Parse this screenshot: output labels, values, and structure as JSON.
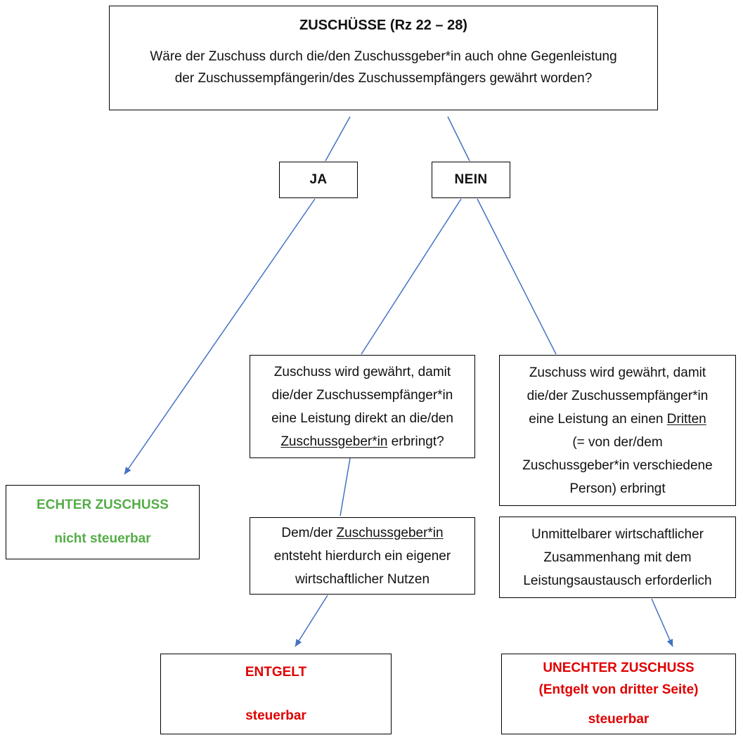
{
  "diagram": {
    "root": {
      "title": "ZUSCHÜSSE (Rz 22 – 28)",
      "question_lines": [
        "Wäre der Zuschuss durch die/den Zuschussgeber*in auch ohne Gegenleistung",
        "der Zuschussempfängerin/des Zuschussempfängers gewährt worden?"
      ]
    },
    "branch_yes": {
      "label": "JA"
    },
    "branch_no": {
      "label": "NEIN"
    },
    "mid_question": {
      "lines": [
        "Zuschuss wird gewährt, damit",
        "die/der Zuschussempfänger*in",
        "eine Leistung direkt an die/den",
        {
          "u": "Zuschussgeber*in",
          "post": " erbringt?"
        }
      ]
    },
    "mid_benefit": {
      "lines": [
        {
          "pre": "Dem/der ",
          "u": "Zuschussgeber*in"
        },
        "entsteht hierdurch ein eigener",
        "wirtschaftlicher Nutzen"
      ]
    },
    "right_question": {
      "lines": [
        "Zuschuss wird gewährt, damit",
        "die/der Zuschussempfänger*in",
        {
          "pre": "eine Leistung an einen ",
          "u": "Dritten"
        },
        "(= von der/dem",
        "Zuschussgeber*in verschiedene",
        "Person) erbringt"
      ]
    },
    "right_condition": {
      "lines": [
        "Unmittelbarer wirtschaftlicher",
        "Zusammenhang mit dem",
        "Leistungsaustausch erforderlich"
      ]
    },
    "result_echter": {
      "lines": [
        "ECHTER ZUSCHUSS",
        "nicht steuerbar"
      ]
    },
    "result_entgelt": {
      "lines": [
        "ENTGELT",
        "steuerbar"
      ]
    },
    "result_unechter": {
      "lines": [
        "UNECHTER ZUSCHUSS",
        "(Entgelt von dritter Seite)",
        "steuerbar"
      ]
    },
    "colors": {
      "arrow_blue": "#4472C4",
      "result_green": "#55AD48",
      "result_red": "#E00000",
      "box_border": "#000000"
    }
  }
}
